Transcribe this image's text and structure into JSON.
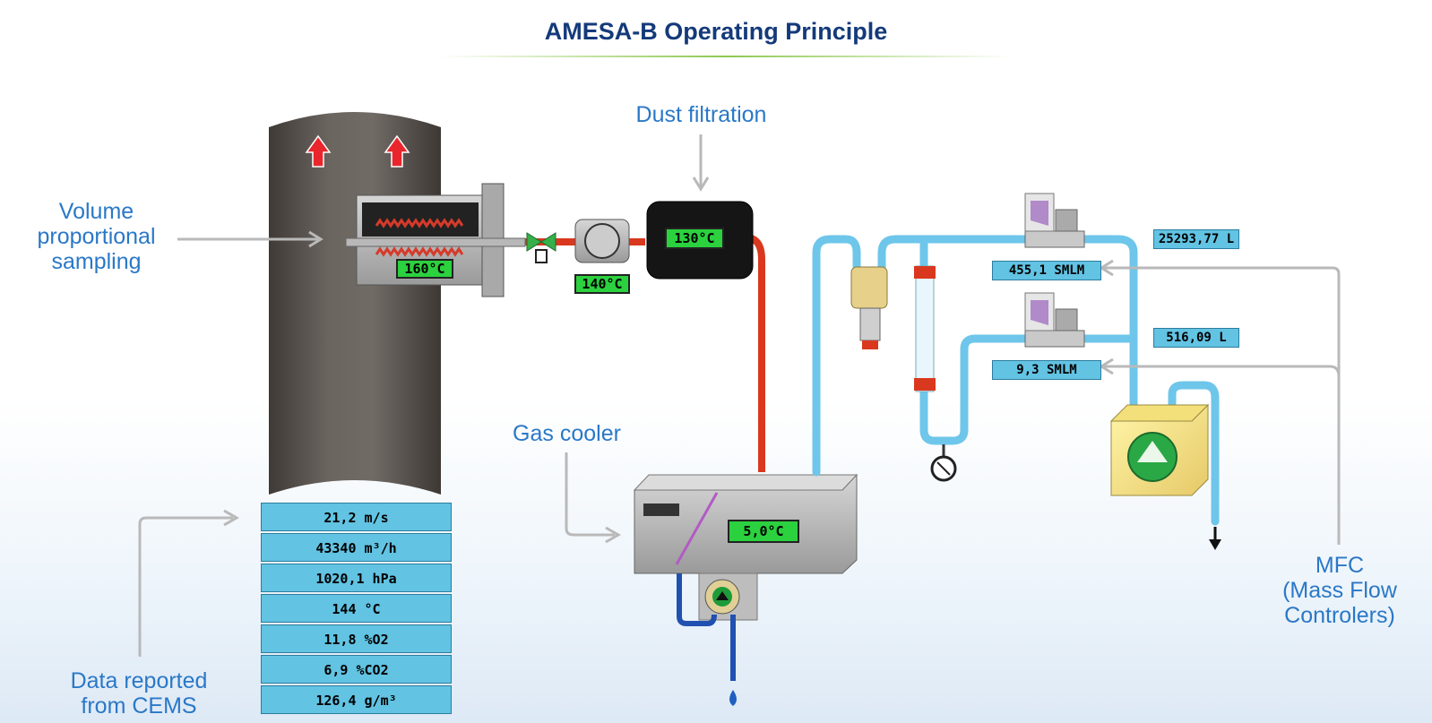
{
  "title": "AMESA-B Operating Principle",
  "colors": {
    "title": "#143a7a",
    "callout": "#2a78c7",
    "lcd_green": "#2bd13e",
    "value_box": "#62c3e3",
    "heated_line": "#d9381e",
    "tubing": "#6ec6ea"
  },
  "callouts": {
    "volume_sampling": "Volume\nproportional\nsampling",
    "dust_filtration": "Dust filtration",
    "gas_cooler": "Gas cooler",
    "data_reported": "Data reported\nfrom CEMS",
    "mfc": "MFC\n(Mass Flow\nControlers)"
  },
  "temperatures": {
    "probe": "160°C",
    "valve": "140°C",
    "filter": "130°C",
    "cooler": "5,0°C"
  },
  "mfc_values": {
    "mfc1_volume": "25293,77 L",
    "mfc1_flow": "455,1 SMLM",
    "mfc2_volume": "516,09 L",
    "mfc2_flow": "9,3 SMLM"
  },
  "cems_data": [
    "21,2 m/s",
    "43340 m³/h",
    "1020,1 hPa",
    "144 °C",
    "11,8 %O2",
    "6,9 %CO2",
    "126,4 g/m³"
  ],
  "icons": [
    "flow-arrow-up-icon",
    "valve-icon",
    "pump-icon",
    "pressure-gauge-icon",
    "drop-icon",
    "outlet-arrow-icon"
  ]
}
